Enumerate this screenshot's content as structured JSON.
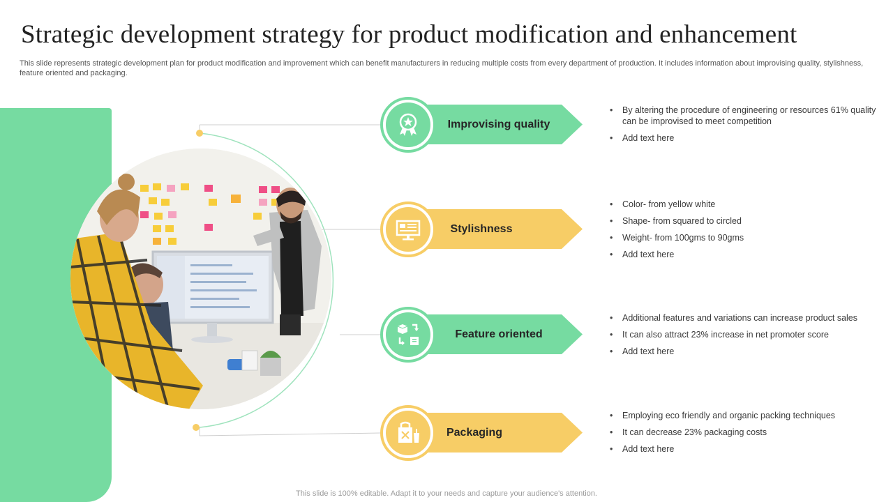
{
  "title": "Strategic development strategy for product modification and enhancement",
  "subtitle": "This slide represents strategic development plan for product modification and improvement which can benefit manufacturers in reducing multiple costs from every department of production. It includes information about improvising quality, stylishness, feature oriented and packaging.",
  "colors": {
    "green": "#76dba1",
    "yellow": "#f7cd66"
  },
  "items": [
    {
      "label": "Improvising quality",
      "icon": "award-badge-icon",
      "color": "green",
      "bullets": [
        "By altering the procedure  of engineering  or resources 61% quality can be improvised  to meet competition",
        "Add text here"
      ]
    },
    {
      "label": "Stylishness",
      "icon": "monitor-icon",
      "color": "yellow",
      "bullets": [
        "Color- from yellow white",
        "Shape- from squared to circled",
        "Weight- from 100gms to 90gms",
        "Add text here"
      ]
    },
    {
      "label": "Feature oriented",
      "icon": "box-features-icon",
      "color": "green",
      "bullets": [
        "Additional features and variations can increase product sales",
        "It can also attract 23% increase in net promoter score",
        "Add text here"
      ]
    },
    {
      "label": "Packaging",
      "icon": "food-package-icon",
      "color": "yellow",
      "bullets": [
        "Employing eco friendly and organic packing techniques",
        "It can decrease 23% packaging costs",
        "Add text here"
      ]
    }
  ],
  "footer": "This slide is 100% editable. Adapt it to your needs and capture your audience's attention."
}
